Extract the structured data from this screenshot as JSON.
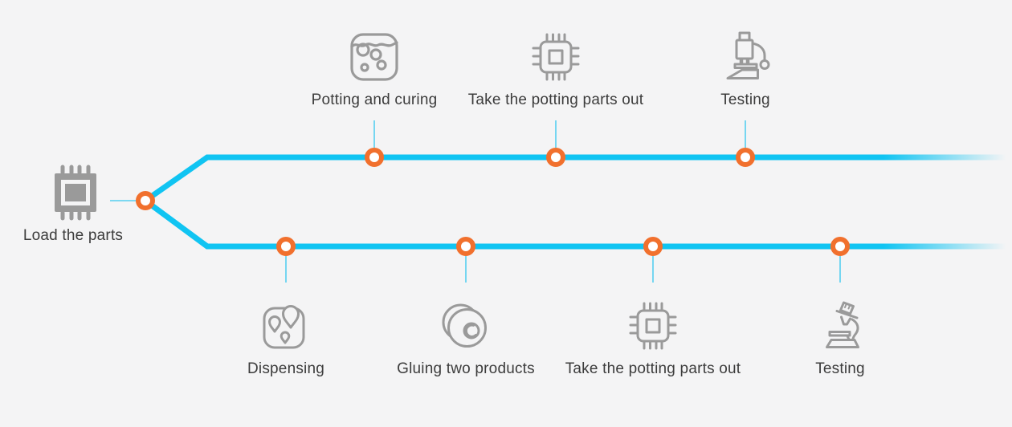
{
  "colors": {
    "background": "#F4F4F5",
    "line": "#10C4F2",
    "connector": "#55CEF0",
    "node-ring": "#F1702D",
    "node-fill": "#FFFFFF",
    "icon": "#9A9A9A",
    "text": "#3C3C3C"
  },
  "flow": {
    "start": {
      "label": "Load the parts",
      "icon": "chip-filled-icon"
    },
    "top_branch": {
      "steps": [
        {
          "label": "Potting and curing",
          "icon": "potting-tank-icon"
        },
        {
          "label": "Take the potting parts out",
          "icon": "chip-outline-icon"
        },
        {
          "label": "Testing",
          "icon": "microscope-upright-icon"
        }
      ]
    },
    "bottom_branch": {
      "steps": [
        {
          "label": "Dispensing",
          "icon": "glue-drops-icon"
        },
        {
          "label": "Gluing two products",
          "icon": "glued-discs-icon"
        },
        {
          "label": "Take the potting parts out",
          "icon": "chip-outline-icon"
        },
        {
          "label": "Testing",
          "icon": "microscope-tilted-icon"
        }
      ]
    }
  }
}
